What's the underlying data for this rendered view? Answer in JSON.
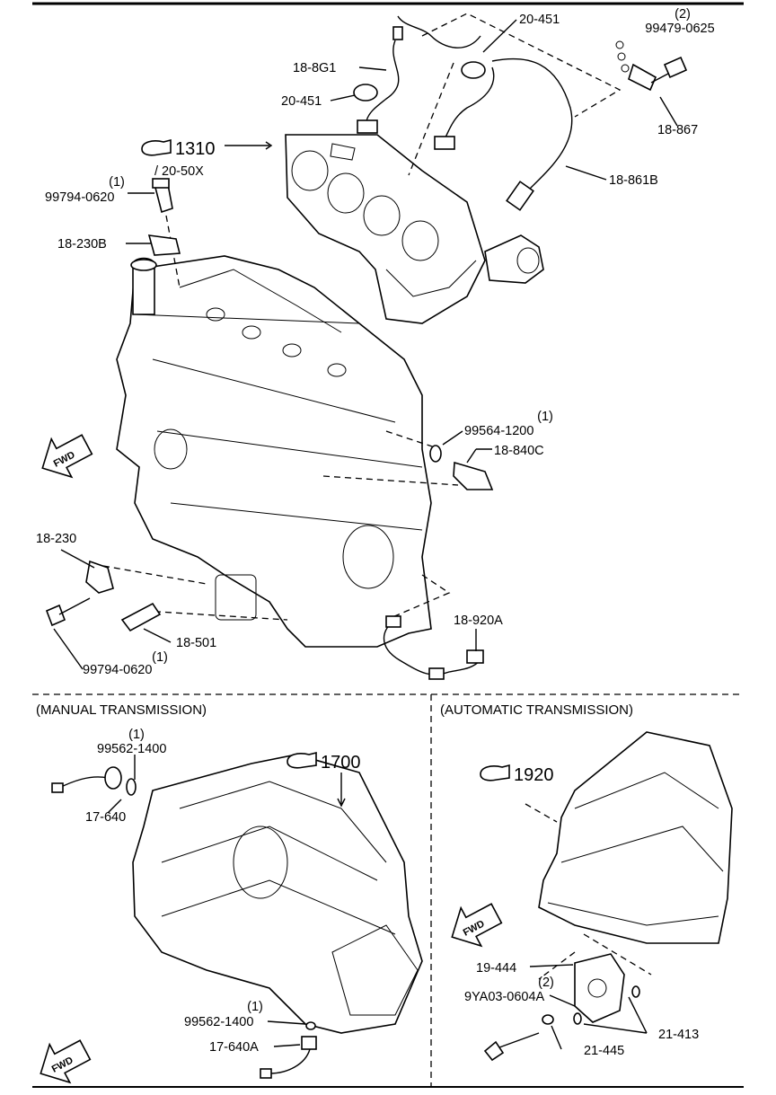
{
  "labels": {
    "p20_451_top": "20-451",
    "p99479_qty": "(2)",
    "p99479": "99479-0625",
    "p18_8g1": "18-8G1",
    "p20_451_left": "20-451",
    "p18_867": "18-867",
    "ref1310": "1310",
    "ref20_50x": "/ 20-50X",
    "p18_861b": "18-861B",
    "p99794_qty_top": "(1)",
    "p99794_top": "99794-0620",
    "p18_230b": "18-230B",
    "p99564_qty": "(1)",
    "p99564": "99564-1200",
    "p18_840c": "18-840C",
    "p18_230": "18-230",
    "p18_920a": "18-920A",
    "p18_501": "18-501",
    "p18_501_qty": "(1)",
    "p99794_bottom": "99794-0620",
    "fwd": "FWD"
  },
  "sections": {
    "manual": "(MANUAL TRANSMISSION)",
    "automatic": "(AUTOMATIC TRANSMISSION)"
  },
  "manual": {
    "p99562_qty_top": "(1)",
    "p99562_top": "99562-1400",
    "ref1700": "1700",
    "p17_640": "17-640",
    "p99562_qty_bottom": "(1)",
    "p99562_bottom": "99562-1400",
    "p17_640a": "17-640A"
  },
  "automatic": {
    "ref1920": "1920",
    "p19_444": "19-444",
    "p9ya03_qty": "(2)",
    "p9ya03": "9YA03-0604A",
    "p21_413": "21-413",
    "p21_445": "21-445"
  }
}
